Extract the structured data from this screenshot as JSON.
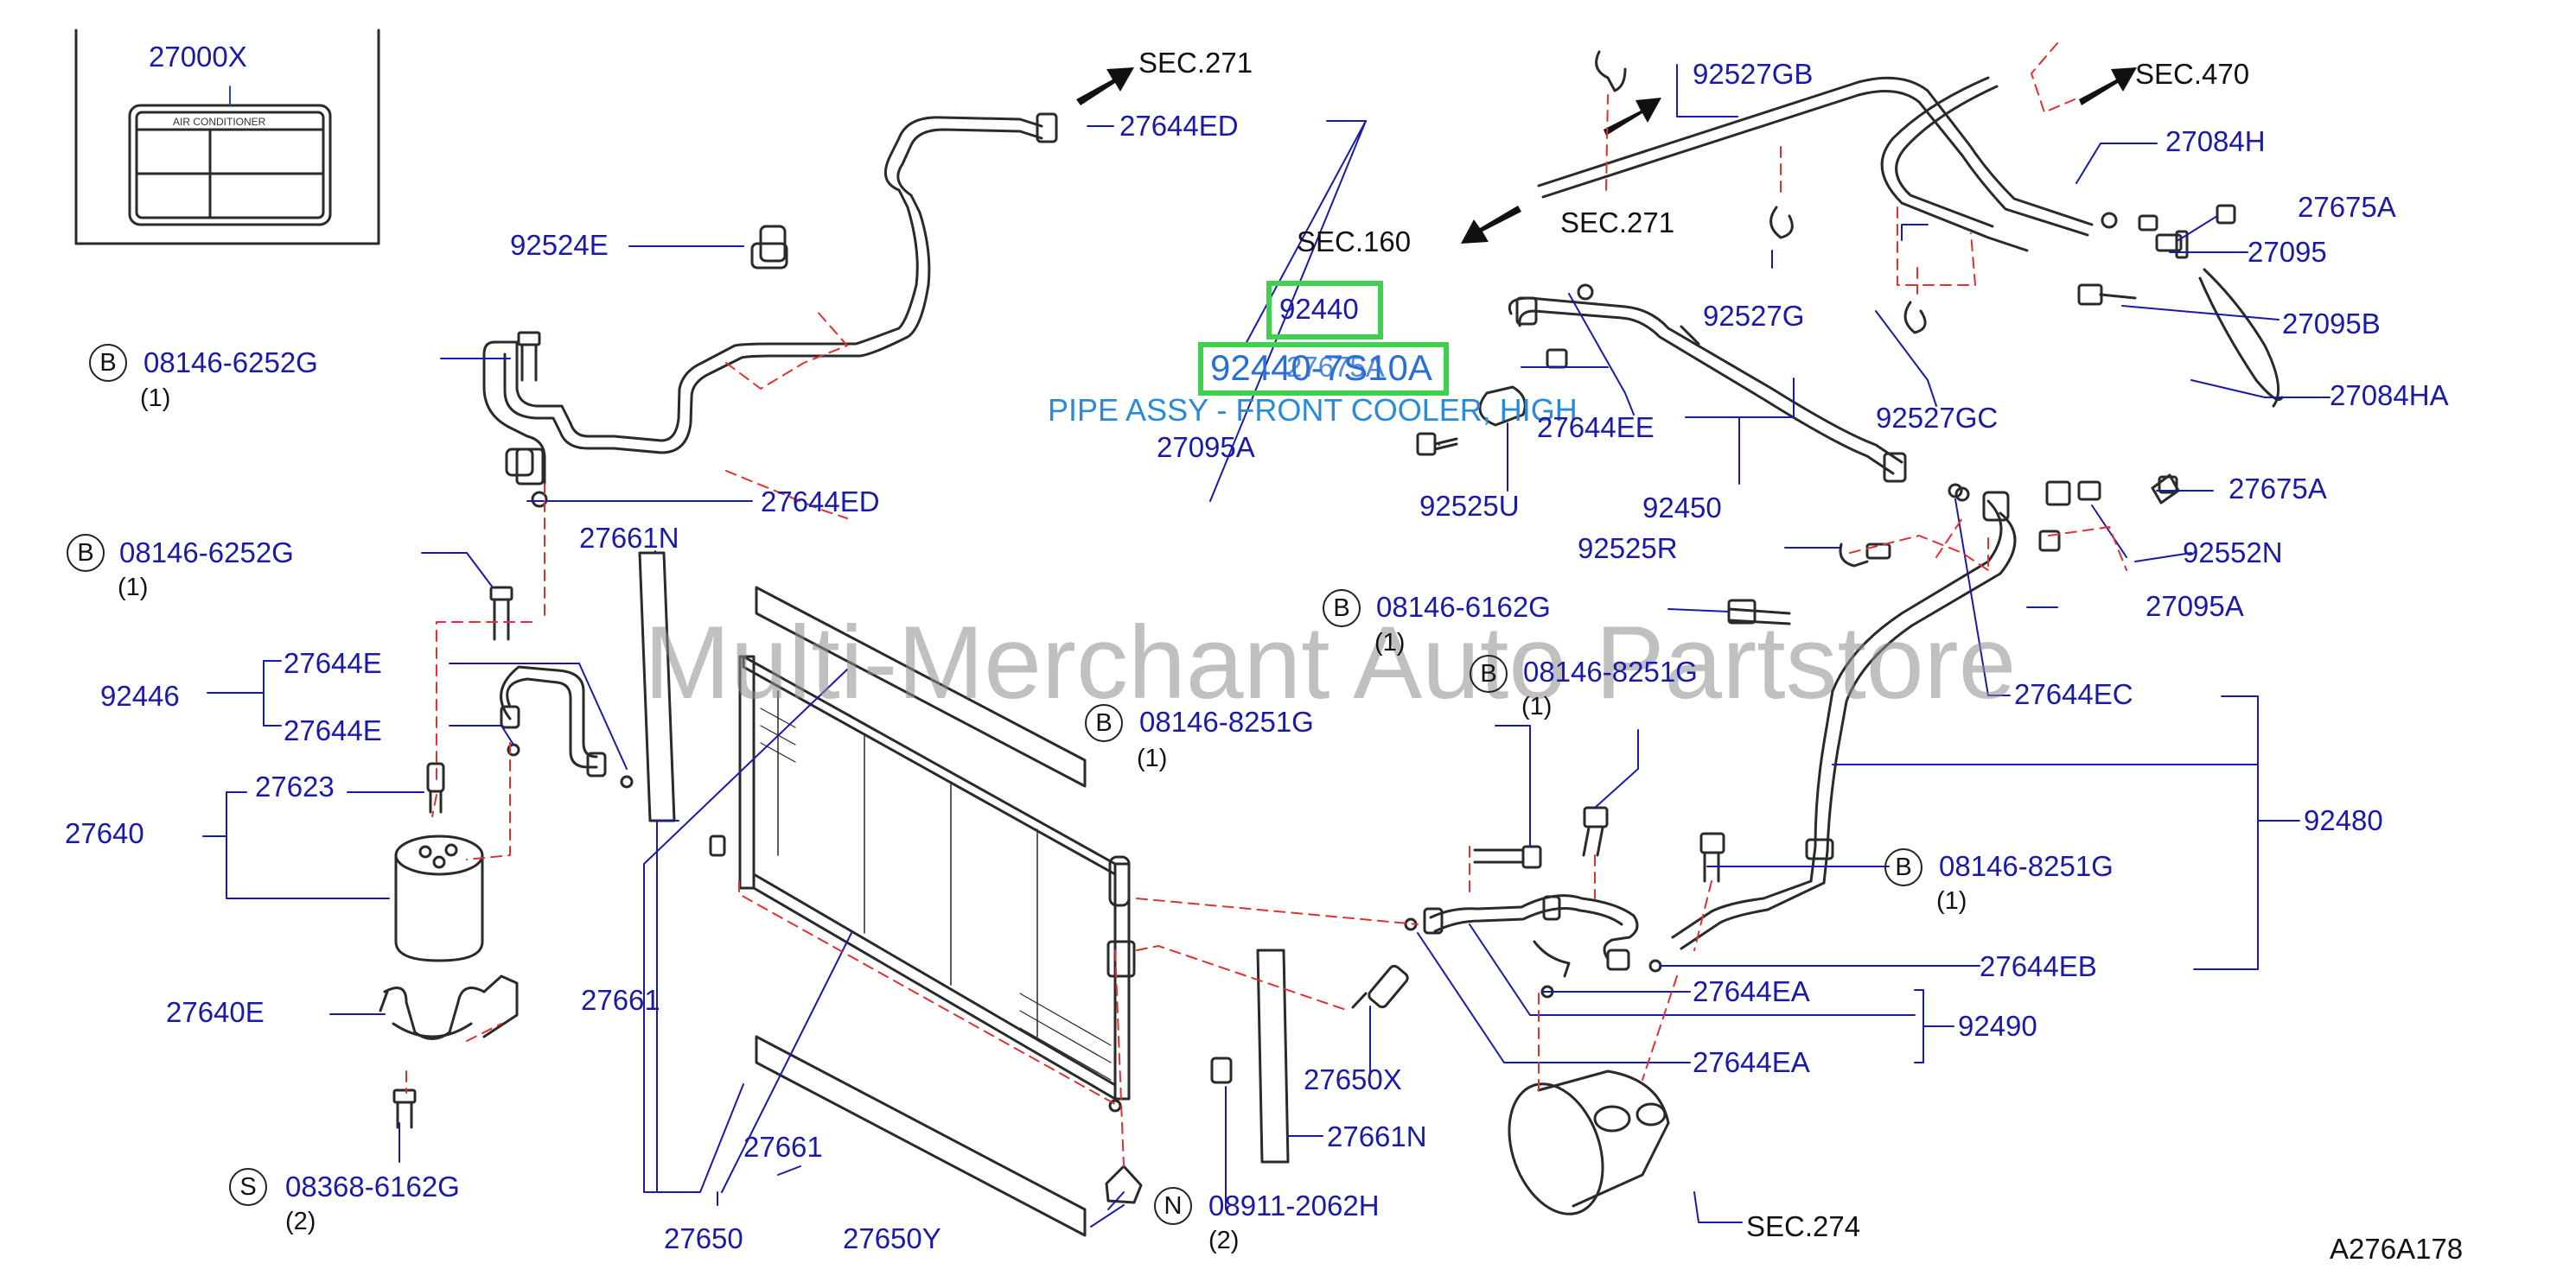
{
  "diagram": {
    "sections": {
      "sec271_top": "SEC.271",
      "sec271_mid": "SEC.271",
      "sec470": "SEC.470",
      "sec160": "SEC.160",
      "sec274": "SEC.274"
    },
    "figure_code": "A276A178",
    "watermark": "Multi-Merchant Auto Partstore",
    "label_plate": {
      "part": "27000X",
      "text": "AIR   CONDITIONER"
    },
    "highlight": {
      "part_a": "92440",
      "part_b": "92440-7S10A",
      "overlap_text": "27675A",
      "description": "PIPE ASSY - FRONT COOLER, HIGH"
    },
    "parts": {
      "p27644ED_a": "27644ED",
      "p92524E": "92524E",
      "p08146_6252G_a": "08146-6252G",
      "p27644ED_b": "27644ED",
      "p08146_6252G_b": "08146-6252G",
      "p27661N_a": "27661N",
      "p27644E_a": "27644E",
      "p92446": "92446",
      "p27644E_b": "27644E",
      "p27623": "27623",
      "p27640": "27640",
      "p27640E": "27640E",
      "p08368_6162G": "08368-6162G",
      "p27661_a": "27661",
      "p27661_b": "27661",
      "p27650": "27650",
      "p27650Y": "27650Y",
      "p08911_2062H": "08911-2062H",
      "p27661N_b": "27661N",
      "p27650X": "27650X",
      "p08146_8251G_a": "08146-8251G",
      "p08146_8251G_b": "08146-8251G",
      "p08146_6162G": "08146-6162G",
      "p27095A_a": "27095A",
      "p92525U": "92525U",
      "p27644EE": "27644EE",
      "p92450": "92450",
      "p92525R": "92525R",
      "p92527GB": "92527GB",
      "p92527G": "92527G",
      "p92527GC": "92527GC",
      "p27084H": "27084H",
      "p27675A_a": "27675A",
      "p27095": "27095",
      "p27095B": "27095B",
      "p27084HA": "27084HA",
      "p27675A_b": "27675A",
      "p92552N": "92552N",
      "p27095A_b": "27095A",
      "p27644EC": "27644EC",
      "p92480": "92480",
      "p08146_8251G_c": "08146-8251G",
      "p27644EB": "27644EB",
      "p27644EA_a": "27644EA",
      "p92490": "92490",
      "p27644EA_b": "27644EA"
    },
    "markers": {
      "B": "B",
      "S": "S",
      "N": "N"
    },
    "quantities": {
      "q1": "(1)",
      "q2": "(2)"
    }
  }
}
